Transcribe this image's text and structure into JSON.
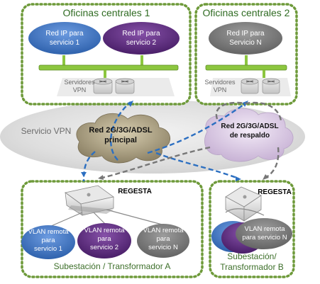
{
  "hq1": {
    "title": "Oficinas centrales 1",
    "net1_line1": "Red IP para",
    "net1_line2": "servicio 1",
    "net2_line1": "Red IP para",
    "net2_line2": "servicio 2",
    "servers_line1": "Servidores",
    "servers_line2": "VPN"
  },
  "hq2": {
    "title": "Oficinas centrales 2",
    "net_line1": "Red IP para",
    "net_line2": "Servicio N",
    "servers_line1": "Servidores",
    "servers_line2": "VPN"
  },
  "vpn": {
    "service_label": "Servicio VPN",
    "main_line1": "Red 2G/3G/ADSL",
    "main_line2": "principal",
    "backup_line1": "Red 2G/3G/ADSL",
    "backup_line2": "de respaldo"
  },
  "siteA": {
    "device_label": "REGESTA",
    "vlan1_line1": "VLAN remota",
    "vlan1_line2": "para",
    "vlan1_line3": "servicio 1",
    "vlan2_line1": "VLAN remota",
    "vlan2_line2": "para",
    "vlan2_line3": "servicio 2",
    "vlanN_line1": "VLAN remota",
    "vlanN_line2": "para",
    "vlanN_line3": "servicio N",
    "title": "Subestación / Transformador A"
  },
  "siteB": {
    "device_label": "REGESTA",
    "vlan_line1": "VLAN remota",
    "vlan_line2": "para servicio N",
    "title_line1": "Subestación/",
    "title_line2": "Transformador B"
  },
  "colors": {
    "frame": "#6e9a3a",
    "blue": "#3f74bf",
    "purple": "#5b2c7d",
    "gray": "#7b7b7b",
    "bus": "#8cc63f",
    "dash_blue": "#2c6fc1",
    "dash_gray": "#777777"
  }
}
